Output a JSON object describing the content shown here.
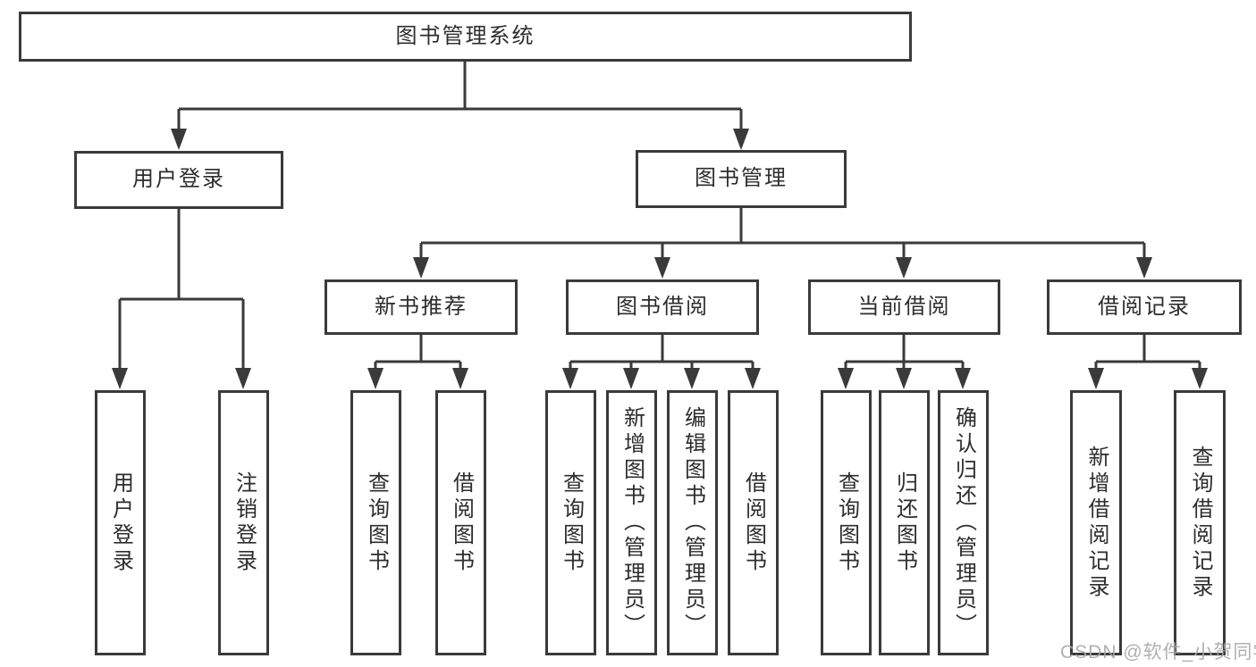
{
  "colors": {
    "background": "#ffffff",
    "line": "#3a3a3a",
    "box_border": "#3a3a3a",
    "text": "#2d2d2d",
    "watermark": "#a8a8a8"
  },
  "tree": {
    "root": {
      "label": "图书管理系统"
    },
    "branches": [
      {
        "label": "用户登录",
        "leaves": [
          {
            "label": "用户登录"
          },
          {
            "label": "注销登录"
          }
        ]
      },
      {
        "label": "图书管理",
        "children": [
          {
            "label": "新书推荐",
            "leaves": [
              {
                "label": "查询图书"
              },
              {
                "label": "借阅图书"
              }
            ]
          },
          {
            "label": "图书借阅",
            "leaves": [
              {
                "label": "查询图书"
              },
              {
                "label": "新增图书（管理员）"
              },
              {
                "label": "编辑图书（管理员）"
              },
              {
                "label": "借阅图书"
              }
            ]
          },
          {
            "label": "当前借阅",
            "leaves": [
              {
                "label": "查询图书"
              },
              {
                "label": "归还图书"
              },
              {
                "label": "确认归还（管理员）"
              }
            ]
          },
          {
            "label": "借阅记录",
            "leaves": [
              {
                "label": "新增借阅记录"
              },
              {
                "label": "查询借阅记录"
              }
            ]
          }
        ]
      }
    ]
  },
  "watermark": {
    "text": "CSDN @软件_小贺同学"
  }
}
